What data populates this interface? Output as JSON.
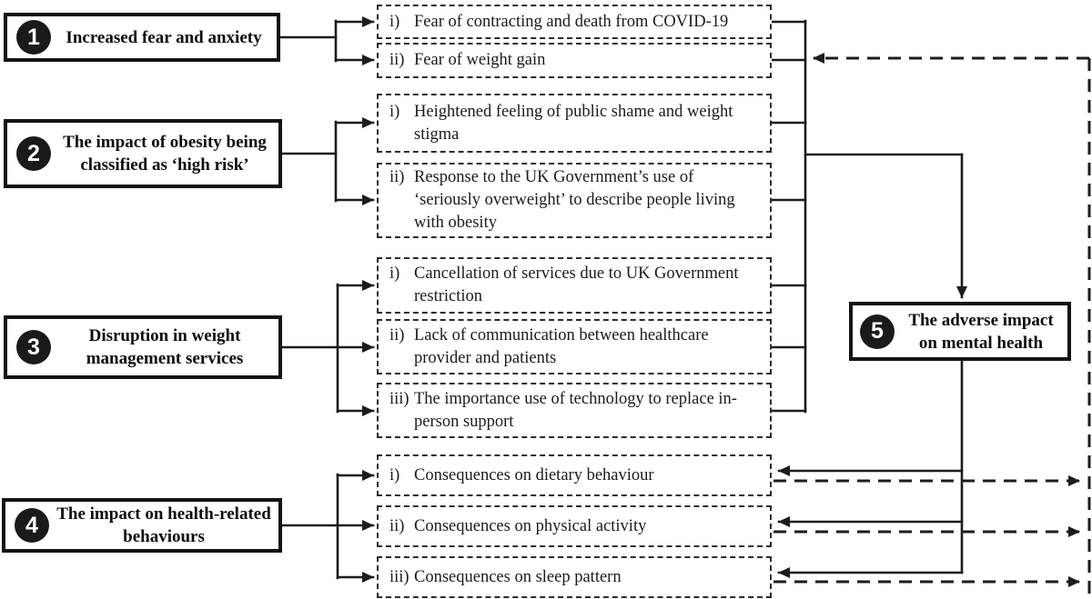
{
  "figure": {
    "colors": {
      "ink": "#1c1c1c",
      "background": "#ffffff"
    },
    "themes": [
      {
        "number": "1",
        "title": "Increased fear and anxiety",
        "subthemes": [
          {
            "label": "i)",
            "text": "Fear of contracting and death from COVID-19"
          },
          {
            "label": "ii)",
            "text": "Fear of weight gain"
          }
        ]
      },
      {
        "number": "2",
        "title": "The impact of obesity being\nclassified as ‘high risk’",
        "subthemes": [
          {
            "label": "i)",
            "text": "Heightened feeling of public shame and weight\nstigma"
          },
          {
            "label": "ii)",
            "text": "Response to the UK Government’s use of\n‘seriously overweight’ to describe people living\nwith obesity"
          }
        ]
      },
      {
        "number": "3",
        "title": "Disruption in weight\nmanagement services",
        "subthemes": [
          {
            "label": "i)",
            "text": "Cancellation of services due to UK Government\nrestriction"
          },
          {
            "label": "ii)",
            "text": "Lack of communication between healthcare\nprovider and patients"
          },
          {
            "label": "iii)",
            "text": "The importance use of technology to replace in-\nperson support"
          }
        ]
      },
      {
        "number": "4",
        "title": "The impact on health-related\nbehaviours",
        "subthemes": [
          {
            "label": "i)",
            "text": "Consequences on dietary behaviour"
          },
          {
            "label": "ii)",
            "text": "Consequences on physical activity"
          },
          {
            "label": "iii)",
            "text": "Consequences on sleep pattern"
          }
        ]
      }
    ],
    "outcome": {
      "number": "5",
      "title": "The adverse impact\non mental health"
    }
  }
}
